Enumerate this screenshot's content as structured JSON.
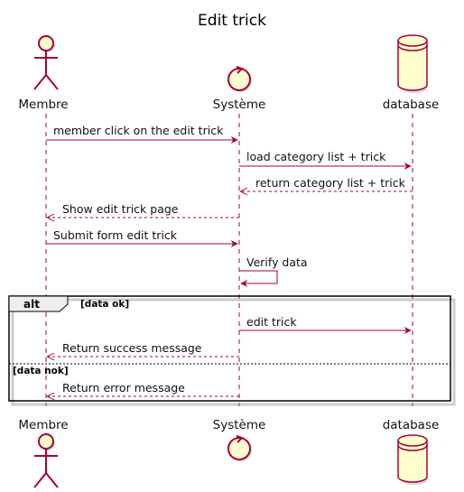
{
  "title": "Edit trick",
  "participants": [
    {
      "id": "membre",
      "label": "Membre",
      "kind": "actor"
    },
    {
      "id": "systeme",
      "label": "Système",
      "kind": "control"
    },
    {
      "id": "database",
      "label": "database",
      "kind": "database"
    }
  ],
  "messages": [
    {
      "from": "membre",
      "to": "systeme",
      "label": "member click on the edit trick",
      "style": "solid"
    },
    {
      "from": "systeme",
      "to": "database",
      "label": "load category list + trick",
      "style": "solid"
    },
    {
      "from": "database",
      "to": "systeme",
      "label": "return category list + trick",
      "style": "dashed"
    },
    {
      "from": "systeme",
      "to": "membre",
      "label": "Show edit trick page",
      "style": "dashed"
    },
    {
      "from": "membre",
      "to": "systeme",
      "label": "Submit form edit trick",
      "style": "solid"
    },
    {
      "from": "systeme",
      "to": "systeme",
      "label": "Verify data",
      "style": "self"
    },
    {
      "from": "systeme",
      "to": "database",
      "label": "edit trick",
      "style": "solid"
    },
    {
      "from": "systeme",
      "to": "membre",
      "label": "Return success message",
      "style": "dashed"
    },
    {
      "from": "systeme",
      "to": "membre",
      "label": "Return error message",
      "style": "dashed"
    }
  ],
  "fragment": {
    "keyword": "alt",
    "conditions": [
      "[data ok]",
      "[data nok]"
    ]
  },
  "colors": {
    "arrow": "#a80036",
    "participant_fill": "#fefece",
    "participant_stroke": "#a80036",
    "lifeline": "#a80036"
  }
}
